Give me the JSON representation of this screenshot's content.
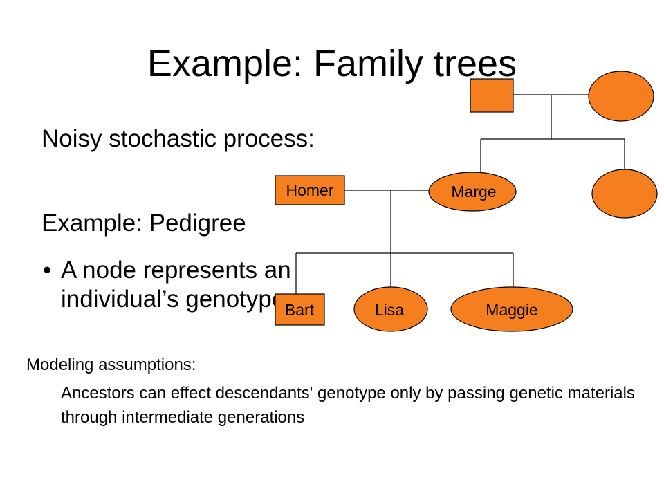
{
  "slide": {
    "title": "Example: Family trees",
    "subtitle": "Noisy stochastic process:",
    "example_heading": "Example: Pedigree",
    "bullet": "A node represents an individual’s genotype",
    "assumptions_heading": "Modeling assumptions:",
    "assumptions_text": "Ancestors can effect descendants' genotype only by passing genetic materials through intermediate generations"
  },
  "tree": {
    "node_color": "#f57f1e",
    "nodes": {
      "grandfather": "",
      "grandmother": "",
      "homer": "Homer",
      "marge": "Marge",
      "aunt": "",
      "bart": "Bart",
      "lisa": "Lisa",
      "maggie": "Maggie"
    }
  }
}
